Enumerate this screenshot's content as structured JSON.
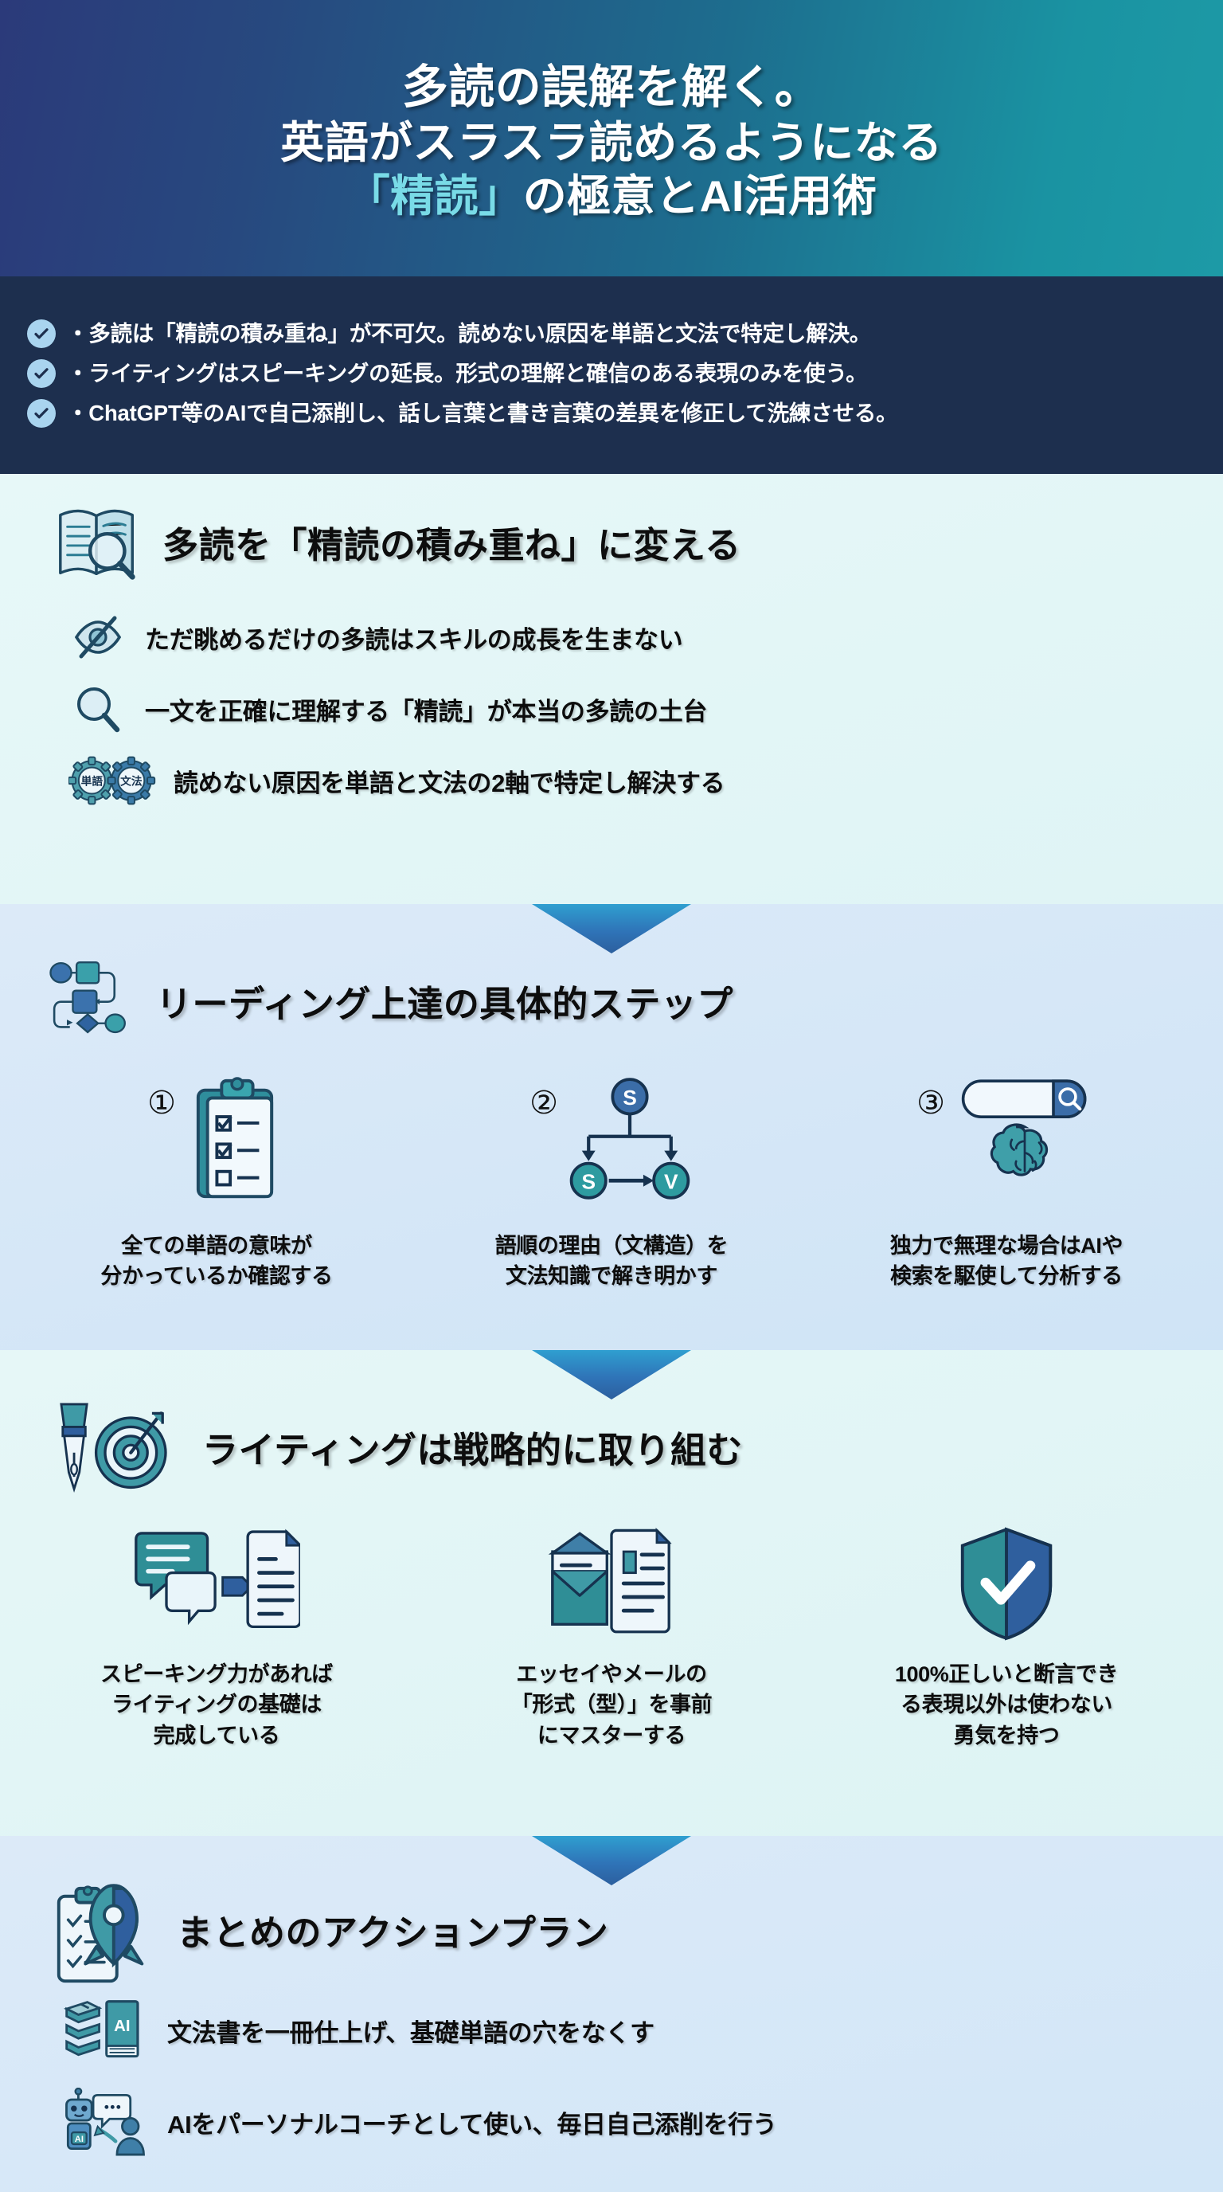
{
  "hero": {
    "line1": "多読の誤解を解く。",
    "line2": "英語がスラスラ読めるようになる",
    "line3_pre": "",
    "line3_accent": "「精読」",
    "line3_post": "の極意とAI活用術",
    "gradient_from": "#2b3a7a",
    "gradient_to": "#1d9aa6",
    "accent_color": "#79dbe7"
  },
  "keypoints": {
    "bg_color": "#1d2f4e",
    "check_color": "#a9d4ef",
    "items": [
      "・多読は「精読の積み重ね」が不可欠。読めない原因を単語と文法で特定し解決。",
      "・ライティングはスピーキングの延長。形式の理解と確信のある表現のみを使う。",
      "・ChatGPT等のAIで自己添削し、話し言葉と書き言葉の差異を修正して洗練させる。"
    ]
  },
  "sections": [
    {
      "id": "section-1",
      "bg_color": "#e4f6f7",
      "title": "多読を「精読の積み重ね」に変える",
      "head_icon": "open-book-magnifier-icon",
      "bullets": [
        {
          "icon": "eye-slash-icon",
          "text": "ただ眺めるだけの多読はスキルの成長を生まない"
        },
        {
          "icon": "magnifier-icon",
          "text": "一文を正確に理解する「精読」が本当の多読の土台"
        },
        {
          "icon": "two-gears-icon",
          "text": "読めない原因を単語と文法の2軸で特定し解決する",
          "gear_left_label": "単語",
          "gear_right_label": "文法"
        }
      ]
    },
    {
      "id": "section-2",
      "bg_color": "#d4e8f7",
      "title": "リーディング上達の具体的ステップ",
      "head_icon": "flowchart-icon",
      "steps": [
        {
          "num": "①",
          "icon": "clipboard-checklist-icon",
          "caption": "全ての単語の意味が\n分かっているか確認する"
        },
        {
          "num": "②",
          "icon": "sentence-structure-tree-icon",
          "caption": "語順の理由（文構造）を\n文法知識で解き明かす",
          "node_top": "S",
          "node_left": "S",
          "node_right": "V"
        },
        {
          "num": "③",
          "icon": "search-bar-brain-icon",
          "caption": "独力で無理な場合はAIや\n検索を駆使して分析する"
        }
      ]
    },
    {
      "id": "section-3",
      "bg_color": "#e4f6f7",
      "title": "ライティングは戦略的に取り組む",
      "head_icon": "pen-target-icon",
      "cards": [
        {
          "icon": "speech-to-document-icon",
          "caption": "スピーキング力があれば\nライティングの基礎は\n完成している"
        },
        {
          "icon": "envelope-document-icon",
          "caption": "エッセイやメールの\n「形式（型）」を事前\nにマスターする"
        },
        {
          "icon": "shield-check-icon",
          "caption": "100%正しいと断言でき\nる表現以外は使わない\n勇気を持つ"
        }
      ]
    },
    {
      "id": "section-4",
      "bg_color": "#d6e9f8",
      "title": "まとめのアクションプラン",
      "head_icon": "clipboard-rocket-icon",
      "bullets": [
        {
          "icon": "books-ai-icon",
          "text": "文法書を一冊仕上げ、基礎単語の穴をなくす",
          "badge": "AI"
        },
        {
          "icon": "robot-coach-icon",
          "text": "AIをパーソナルコーチとして使い、毎日自己添削を行う",
          "badge": "AI"
        }
      ]
    }
  ],
  "palette": {
    "teal": "#2e8f9b",
    "deep_blue": "#1f3f6e",
    "mid_blue": "#3a6ea8",
    "ink": "#16324f"
  }
}
